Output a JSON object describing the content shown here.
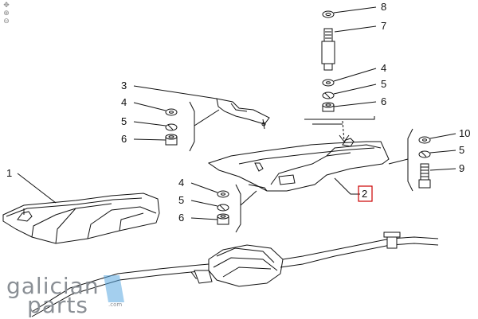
{
  "toolbar": {
    "icons": [
      "move-icon",
      "zoom-in-icon",
      "zoom-out-icon"
    ],
    "glyphs": [
      "✥",
      "⊕",
      "⊖"
    ]
  },
  "callouts": {
    "n1": "1",
    "n2": "2",
    "n3": "3",
    "n4_top": "4",
    "n5_top": "5",
    "n6_top": "6",
    "n4_left": "4",
    "n5_left": "5",
    "n6_left": "6",
    "n4_low": "4",
    "n5_low": "5",
    "n6_low": "6",
    "n7": "7",
    "n8": "8",
    "n9": "9",
    "n10": "10",
    "n5_right": "5"
  },
  "colors": {
    "line": "#111111",
    "highlight": "#cc0000",
    "logo": "#8a8f95",
    "logo_accent": "#5aa7e0"
  },
  "logo": {
    "line1": "galician",
    "line2": "parts",
    "suffix": ".com"
  }
}
